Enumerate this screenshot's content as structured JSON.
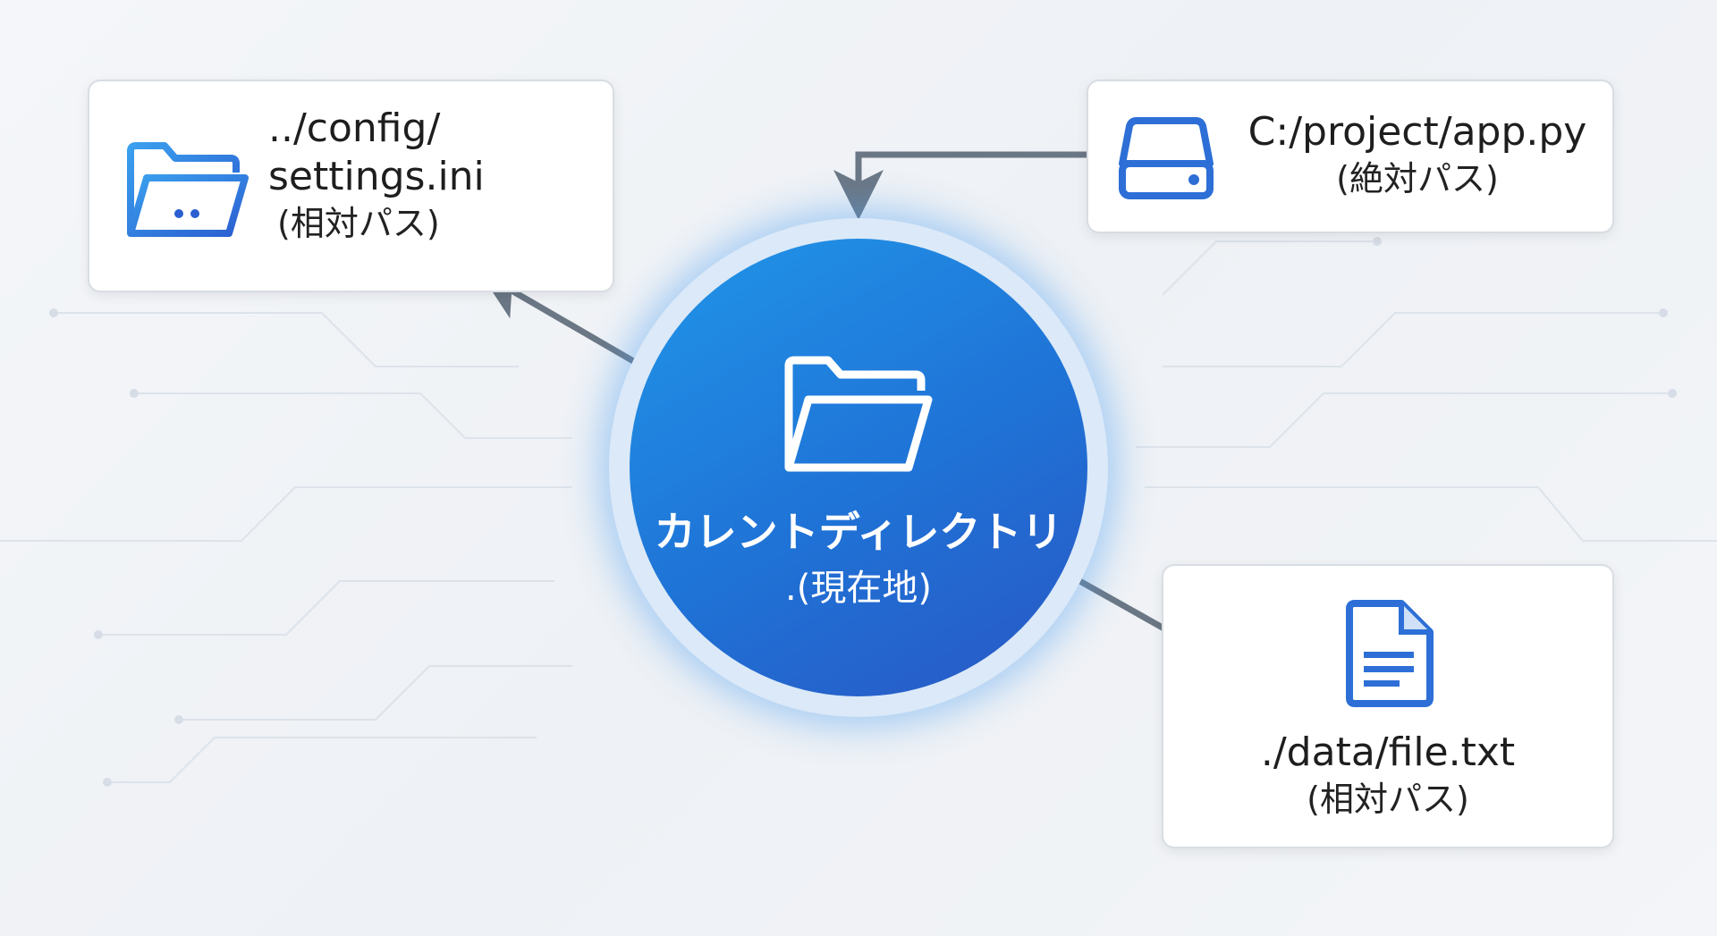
{
  "center": {
    "title": "カレントディレクトリ",
    "subtitle": ".(現在地)"
  },
  "nodes": {
    "relative_config": {
      "line1": "../config/",
      "line2": "settings.ini",
      "type": "(相対パス)"
    },
    "absolute_app": {
      "path": "C:/project/app.py",
      "type": "(絶対パス)"
    },
    "relative_data": {
      "path": "./data/file.txt",
      "type": "(相対パス)"
    }
  },
  "colors": {
    "accent": "#1f72d6",
    "arrow": "#6b7785",
    "icon": "#2d6fd6"
  }
}
